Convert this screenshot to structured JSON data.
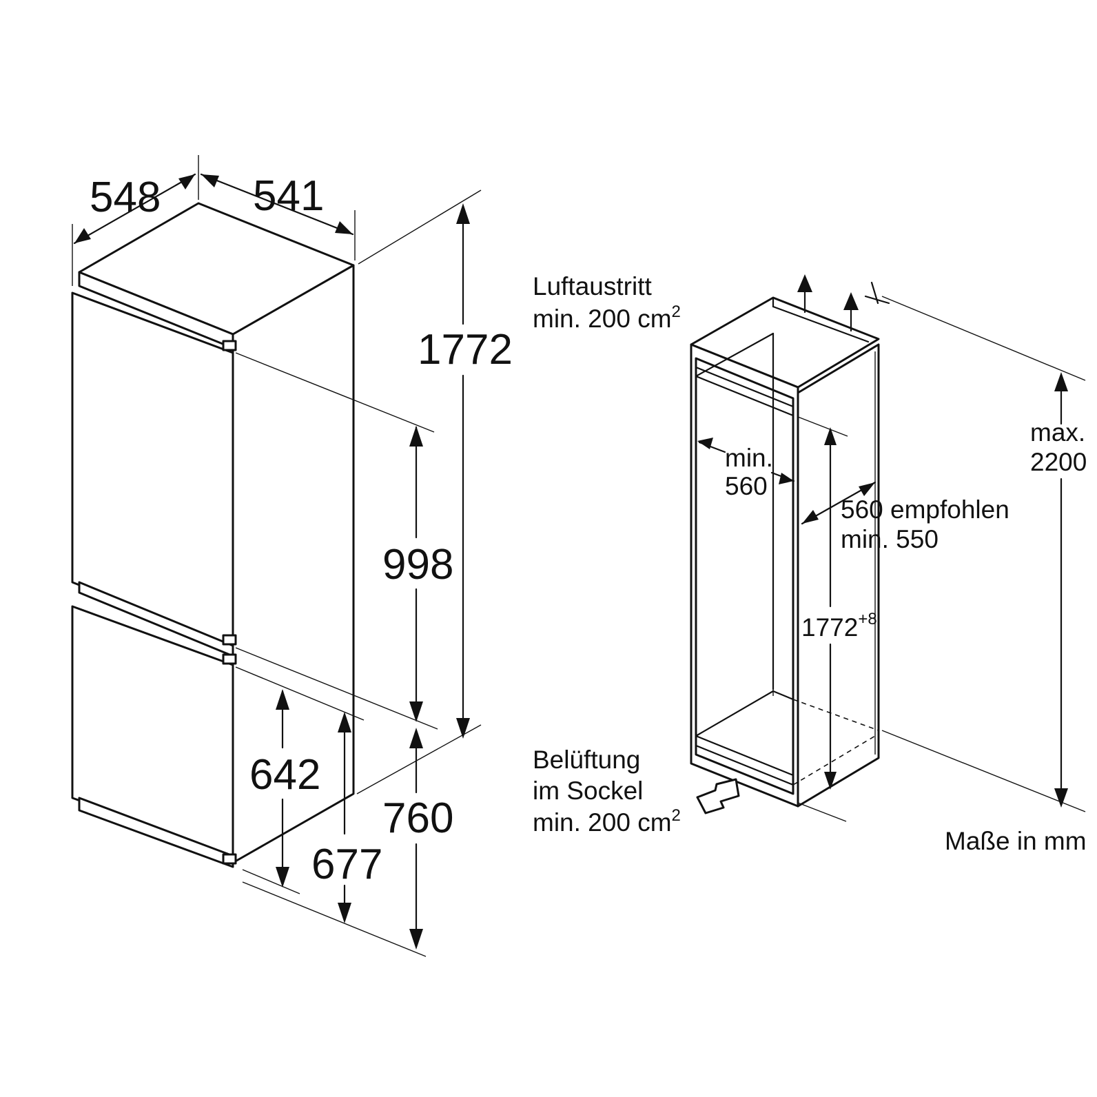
{
  "appliance": {
    "width": "541",
    "depth": "548",
    "height": "1772",
    "upper_door": "998",
    "lower_door": "642",
    "lower_part": "677",
    "hinge_height": "760"
  },
  "niche": {
    "air_outlet_title": "Luftaustritt",
    "air_outlet_value": "min. 200 cm",
    "air_outlet_sup": "2",
    "min_width_line1": "min.",
    "min_width_line2": "560",
    "depth_line1": "560 empfohlen",
    "depth_line2": "min. 550",
    "niche_height": "1772",
    "niche_height_sup": "+8",
    "max_height_line1": "max.",
    "max_height_line2": "2200",
    "ventilation_line1": "Belüftung",
    "ventilation_line2": "im Sockel",
    "ventilation_line3": "min. 200 cm",
    "ventilation_sup": "2"
  },
  "units_note": "Maße in mm"
}
